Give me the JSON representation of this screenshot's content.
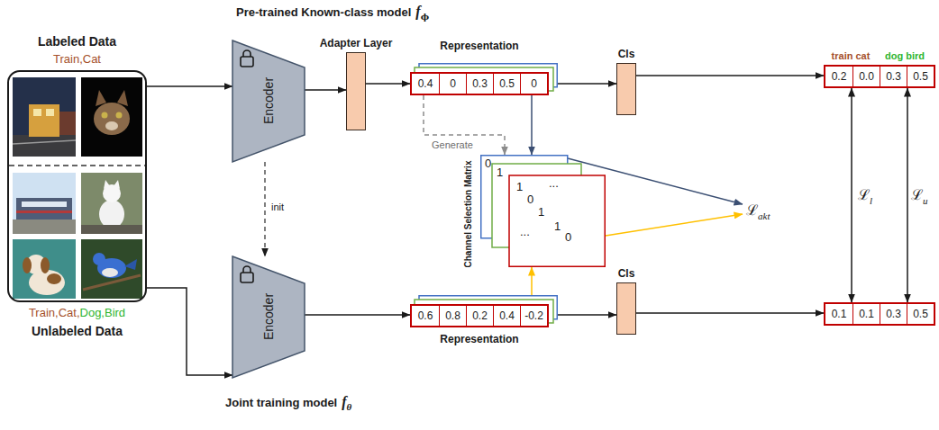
{
  "diagram": {
    "nodes": [
      {
        "text": [
          "Labeled Data",
          "Train,Cat",
          "Train,Cat,",
          "Dog,Bird",
          "Unlabeled Data"
        ]
      },
      {
        "text": [
          "Encoder"
        ]
      },
      {
        "text": [
          "Adapter Layer"
        ]
      },
      {
        "text": [
          "Representation",
          "0.4",
          "0",
          "0.3",
          "0.5",
          "0"
        ]
      },
      {
        "text": [
          "Cls"
        ]
      },
      {
        "text": [
          "train cat",
          "dog bird",
          "0.2",
          "0.0",
          "0.3",
          "0.5"
        ]
      },
      {
        "text": [
          "Channel Selection Matrix",
          "0",
          "1",
          "1",
          "...",
          "0",
          "1",
          "...",
          "1",
          "0"
        ]
      },
      {
        "text": [
          "Encoder"
        ]
      },
      {
        "text": [
          "0.6",
          "0.8",
          "0.2",
          "0.4",
          "-0.2",
          "Representation"
        ]
      },
      {
        "text": [
          "Cls"
        ]
      },
      {
        "text": [
          "0.1",
          "0.1",
          "0.3",
          "0.5"
        ]
      }
    ],
    "edges": [
      {
        "from": 0,
        "to": 1,
        "arrow": "to"
      },
      {
        "from": 0,
        "to": 7,
        "arrow": "to"
      },
      {
        "from": 1,
        "to": 2,
        "arrow": "to"
      },
      {
        "from": 2,
        "to": 3,
        "arrow": "to"
      },
      {
        "from": 3,
        "to": 4,
        "arrow": "to"
      },
      {
        "from": 4,
        "to": 5,
        "arrow": "to"
      },
      {
        "from": 3,
        "to": 6,
        "arrow": "to",
        "label": "Generate"
      },
      {
        "from": 3,
        "to": 6,
        "arrow": "to"
      },
      {
        "from": 1,
        "to": 7,
        "arrow": "to",
        "label": "init"
      },
      {
        "from": 7,
        "to": 8,
        "arrow": "to"
      },
      {
        "from": 8,
        "to": 6,
        "arrow": "to"
      },
      {
        "from": 8,
        "to": 9,
        "arrow": "to"
      },
      {
        "from": 9,
        "to": 10,
        "arrow": "to"
      },
      {
        "from": 10,
        "to": 5,
        "arrow": "both"
      },
      {
        "from": 10,
        "to": 5,
        "arrow": "both"
      }
    ],
    "labels": [
      "Pre-trained Known-class model",
      "f",
      "ϕ",
      "Joint training model",
      "f",
      "θ",
      "ℒ",
      "akt",
      "ℒ",
      "l",
      "ℒ",
      "u"
    ]
  }
}
